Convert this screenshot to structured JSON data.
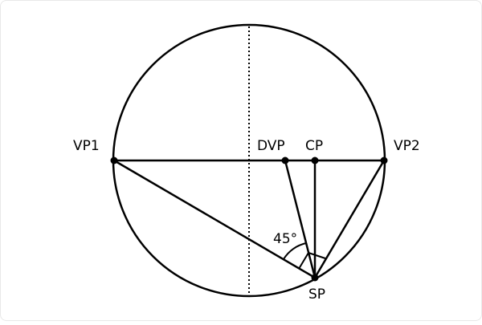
{
  "diagram": {
    "labels": {
      "vp1": "VP1",
      "dvp": "DVP",
      "cp": "CP",
      "vp2": "VP2",
      "sp": "SP",
      "angle": "45°"
    },
    "colors": {
      "stroke": "#000000",
      "background": "#ffffff",
      "frame": "#e8e8e8"
    }
  }
}
